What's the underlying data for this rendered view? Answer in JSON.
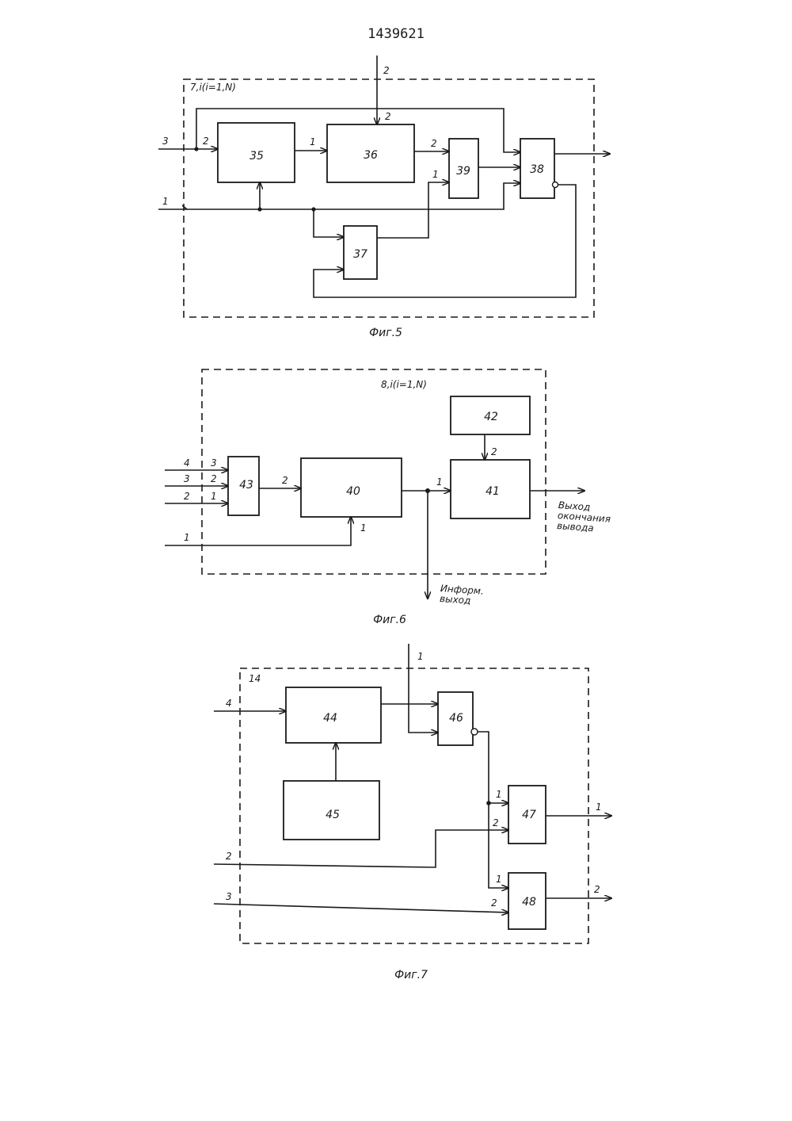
{
  "doc_number": "1439621",
  "fig5": {
    "caption": "Фиг.5",
    "frame_label": "7,i(i=1,N)",
    "blocks": {
      "b35": "35",
      "b36": "36",
      "b37": "37",
      "b38": "38",
      "b39": "39"
    },
    "ext_inputs": {
      "in3": "3",
      "in1": "1",
      "top": "2"
    },
    "pins": {
      "p35_2": "2",
      "p36_1": "1",
      "p36_2": "2",
      "p39_2": "2",
      "p39_1": "1"
    }
  },
  "fig6": {
    "caption": "Фиг.6",
    "frame_label": "8,i(i=1,N)",
    "blocks": {
      "b40": "40",
      "b41": "41",
      "b42": "42",
      "b43": "43"
    },
    "ext_inputs": {
      "in4": "4",
      "in3": "3",
      "in2": "2",
      "in1": "1"
    },
    "pins": {
      "p43_3": "3",
      "p43_2": "2",
      "p43_1": "1",
      "p40_2": "2",
      "p40_1": "1",
      "p41_1": "1",
      "p41_2": "2"
    },
    "output_end": [
      "Выход",
      "окончания",
      "вывода"
    ],
    "output_info": [
      "Информ.",
      "выход"
    ]
  },
  "fig7": {
    "caption": "Фиг.7",
    "frame_label": "14",
    "blocks": {
      "b44": "44",
      "b45": "45",
      "b46": "46",
      "b47": "47",
      "b48": "48"
    },
    "ext_inputs": {
      "in4": "4",
      "in2": "2",
      "in3": "3",
      "top": "1"
    },
    "pins": {
      "p47_1": "1",
      "p47_2": "2",
      "p48_1": "1",
      "p48_2": "2"
    },
    "outputs": {
      "out1": "1",
      "out2": "2"
    }
  }
}
